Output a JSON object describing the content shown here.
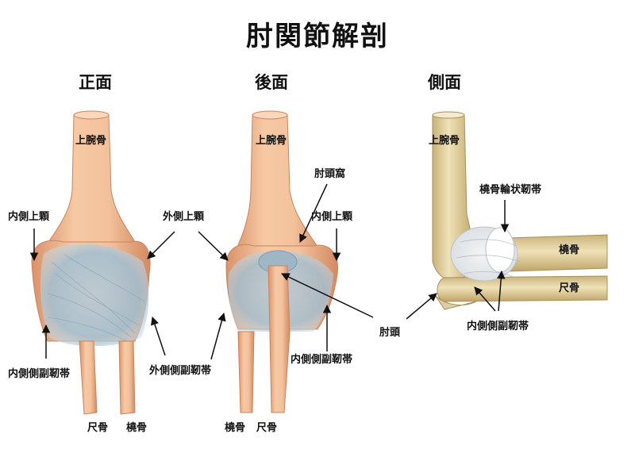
{
  "title": "肘関節解剖",
  "views": {
    "front": "正面",
    "back": "後面",
    "side": "側面"
  },
  "labels": {
    "front": {
      "humerus": "上腕骨",
      "medial_epicondyle": "内側上顆",
      "lateral_epicondyle": "外側上顆",
      "mcl": "内側側副靭帯",
      "lcl": "外側側副靭帯",
      "ulna": "尺骨",
      "radius": "橈骨"
    },
    "back": {
      "humerus": "上腕骨",
      "olecranon_fossa": "肘頭窩",
      "medial_epicondyle": "内側上顆",
      "olecranon": "肘頭",
      "mcl": "内側側副靭帯",
      "radius": "橈骨",
      "ulna": "尺骨"
    },
    "side": {
      "humerus": "上腕骨",
      "annular_ligament": "橈骨輪状靭帯",
      "radius": "橈骨",
      "ulna": "尺骨",
      "mcl": "内側側副靭帯"
    }
  }
}
